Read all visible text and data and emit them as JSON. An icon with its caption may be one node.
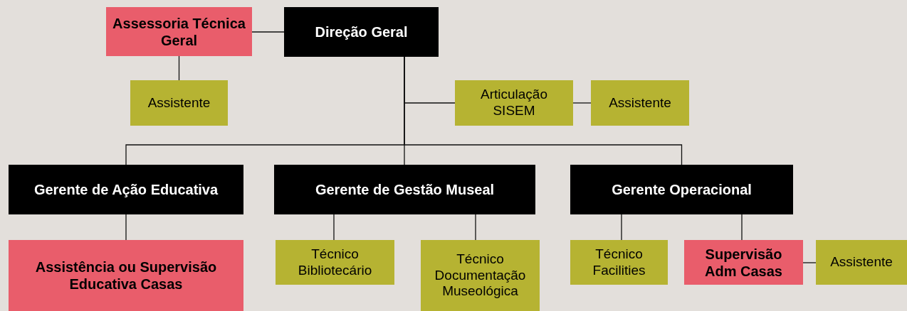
{
  "diagram": {
    "nodes": [
      {
        "text": [
          "Direção Geral"
        ]
      },
      {
        "text": [
          "Assessoria Técnica Geral"
        ]
      },
      {
        "text": [
          "Assistente"
        ]
      },
      {
        "text": [
          "Articulação SISEM"
        ]
      },
      {
        "text": [
          "Assistente"
        ]
      },
      {
        "text": [
          "Gerente de Ação Educativa"
        ]
      },
      {
        "text": [
          "Gerente de Gestão Museal"
        ]
      },
      {
        "text": [
          "Gerente Operacional"
        ]
      },
      {
        "text": [
          "Assistência ou Supervisão Educativa Casas"
        ]
      },
      {
        "text": [
          "Técnico Bibliotecário"
        ]
      },
      {
        "text": [
          "Técnico Documentação Museológica"
        ]
      },
      {
        "text": [
          "Técnico Facilities"
        ]
      },
      {
        "text": [
          "Supervisão Adm Casas"
        ]
      },
      {
        "text": [
          "Assistente"
        ]
      }
    ],
    "edges": [
      {
        "from": 0,
        "to": 1,
        "arrow": "none"
      },
      {
        "from": 1,
        "to": 2,
        "arrow": "none"
      },
      {
        "from": 0,
        "to": 3,
        "arrow": "none"
      },
      {
        "from": 3,
        "to": 4,
        "arrow": "none"
      },
      {
        "from": 0,
        "to": 5,
        "arrow": "none"
      },
      {
        "from": 0,
        "to": 6,
        "arrow": "none"
      },
      {
        "from": 0,
        "to": 7,
        "arrow": "none"
      },
      {
        "from": 5,
        "to": 8,
        "arrow": "none"
      },
      {
        "from": 6,
        "to": 9,
        "arrow": "none"
      },
      {
        "from": 6,
        "to": 10,
        "arrow": "none"
      },
      {
        "from": 7,
        "to": 11,
        "arrow": "none"
      },
      {
        "from": 7,
        "to": 12,
        "arrow": "none"
      },
      {
        "from": 12,
        "to": 13,
        "arrow": "none"
      }
    ]
  }
}
